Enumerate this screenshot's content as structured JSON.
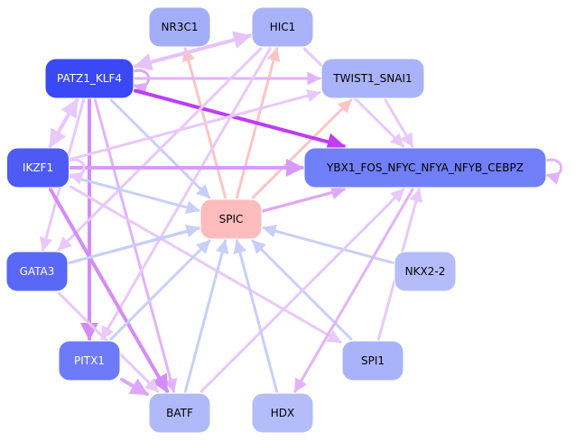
{
  "diagram": {
    "type": "directed-network",
    "nodes": [
      {
        "id": "NR3C1",
        "label": "NR3C1",
        "fill": "#a3aef8",
        "text": "#000000"
      },
      {
        "id": "HIC1",
        "label": "HIC1",
        "fill": "#a9b3f9",
        "text": "#000000"
      },
      {
        "id": "PATZ1_KLF4",
        "label": "PATZ1_KLF4",
        "fill": "#3a48f6",
        "text": "#ffffff"
      },
      {
        "id": "TWIST1_SNAI1",
        "label": "TWIST1_SNAI1",
        "fill": "#a9b3f9",
        "text": "#000000"
      },
      {
        "id": "IKZF1",
        "label": "IKZF1",
        "fill": "#4d5af6",
        "text": "#ffffff"
      },
      {
        "id": "YBX1",
        "label": "YBX1_FOS_NFYC_NFYA_NFYB_CEBPZ",
        "fill": "#717ff8",
        "text": "#000000"
      },
      {
        "id": "SPIC",
        "label": "SPIC",
        "fill": "#fdbcbc",
        "text": "#000000"
      },
      {
        "id": "GATA3",
        "label": "GATA3",
        "fill": "#5a68f7",
        "text": "#ffffff"
      },
      {
        "id": "NKX2-2",
        "label": "NKX2-2",
        "fill": "#b4bdfa",
        "text": "#000000"
      },
      {
        "id": "PITX1",
        "label": "PITX1",
        "fill": "#6d7bf8",
        "text": "#ffffff"
      },
      {
        "id": "SPI1",
        "label": "SPI1",
        "fill": "#a9b3f9",
        "text": "#000000"
      },
      {
        "id": "BATF",
        "label": "BATF",
        "fill": "#b0b9fa",
        "text": "#000000"
      },
      {
        "id": "HDX",
        "label": "HDX",
        "fill": "#b4bdfa",
        "text": "#000000"
      }
    ],
    "edges": [
      {
        "from": "SPIC",
        "to": "NR3C1",
        "color": "#fec4c4",
        "weight": 2
      },
      {
        "from": "SPIC",
        "to": "HIC1",
        "color": "#fec4c4",
        "weight": 2
      },
      {
        "from": "SPIC",
        "to": "TWIST1_SNAI1",
        "color": "#fec4c4",
        "weight": 2
      },
      {
        "from": "SPIC",
        "to": "YBX1",
        "color": "#fec4c4",
        "weight": 2
      },
      {
        "from": "PATZ1_KLF4",
        "to": "HIC1",
        "color": "#e5c4fc",
        "weight": 3
      },
      {
        "from": "HIC1",
        "to": "PATZ1_KLF4",
        "color": "#e5c4fc",
        "weight": 3
      },
      {
        "from": "PATZ1_KLF4",
        "to": "PATZ1_KLF4",
        "color": "#dda8fb",
        "weight": 2,
        "self": true
      },
      {
        "from": "PATZ1_KLF4",
        "to": "TWIST1_SNAI1",
        "color": "#e2b3fc",
        "weight": 2
      },
      {
        "from": "PATZ1_KLF4",
        "to": "YBX1",
        "color": "#c03cf5",
        "weight": 3
      },
      {
        "from": "PATZ1_KLF4",
        "to": "SPIC",
        "color": "#c8cffb",
        "weight": 2
      },
      {
        "from": "PATZ1_KLF4",
        "to": "IKZF1",
        "color": "#e9c8fc",
        "weight": 3
      },
      {
        "from": "IKZF1",
        "to": "PATZ1_KLF4",
        "color": "#e9c8fc",
        "weight": 3
      },
      {
        "from": "PATZ1_KLF4",
        "to": "PITX1",
        "color": "#d38cf9",
        "weight": 3
      },
      {
        "from": "PATZ1_KLF4",
        "to": "BATF",
        "color": "#e2b3fc",
        "weight": 2
      },
      {
        "from": "PATZ1_KLF4",
        "to": "GATA3",
        "color": "#e9c8fc",
        "weight": 2
      },
      {
        "from": "HIC1",
        "to": "YBX1",
        "color": "#e9c8fc",
        "weight": 2
      },
      {
        "from": "HIC1",
        "to": "GATA3",
        "color": "#e9c8fc",
        "weight": 2
      },
      {
        "from": "HIC1",
        "to": "PITX1",
        "color": "#e9c8fc",
        "weight": 2
      },
      {
        "from": "TWIST1_SNAI1",
        "to": "YBX1",
        "color": "#e9c8fc",
        "weight": 2
      },
      {
        "from": "IKZF1",
        "to": "TWIST1_SNAI1",
        "color": "#e9c8fc",
        "weight": 2
      },
      {
        "from": "IKZF1",
        "to": "YBX1",
        "color": "#d99bfa",
        "weight": 3
      },
      {
        "from": "IKZF1",
        "to": "SPIC",
        "color": "#c8cffb",
        "weight": 2
      },
      {
        "from": "IKZF1",
        "to": "IKZF1",
        "color": "#e9c8fc",
        "weight": 2,
        "self": true
      },
      {
        "from": "IKZF1",
        "to": "BATF",
        "color": "#d38cf9",
        "weight": 3
      },
      {
        "from": "IKZF1",
        "to": "SPI1",
        "color": "#e9c8fc",
        "weight": 2
      },
      {
        "from": "YBX1",
        "to": "YBX1",
        "color": "#e2b3fc",
        "weight": 2,
        "self": true
      },
      {
        "from": "GATA3",
        "to": "YBX1",
        "color": "#dda8fb",
        "weight": 2
      },
      {
        "from": "GATA3",
        "to": "SPIC",
        "color": "#c8cffb",
        "weight": 2
      },
      {
        "from": "GATA3",
        "to": "BATF",
        "color": "#e9c8fc",
        "weight": 2
      },
      {
        "from": "NKX2-2",
        "to": "SPIC",
        "color": "#c8cffb",
        "weight": 2
      },
      {
        "from": "PITX1",
        "to": "SPIC",
        "color": "#c8cffb",
        "weight": 2
      },
      {
        "from": "PITX1",
        "to": "BATF",
        "color": "#dda8fb",
        "weight": 3
      },
      {
        "from": "SPI1",
        "to": "SPIC",
        "color": "#c8cffb",
        "weight": 2
      },
      {
        "from": "SPI1",
        "to": "YBX1",
        "color": "#e9c8fc",
        "weight": 2
      },
      {
        "from": "BATF",
        "to": "SPIC",
        "color": "#c8cffb",
        "weight": 2
      },
      {
        "from": "BATF",
        "to": "YBX1",
        "color": "#e9c8fc",
        "weight": 2
      },
      {
        "from": "HDX",
        "to": "SPIC",
        "color": "#c8cffb",
        "weight": 2
      },
      {
        "from": "YBX1",
        "to": "HDX",
        "color": "#e2b3fc",
        "weight": 2
      }
    ]
  }
}
